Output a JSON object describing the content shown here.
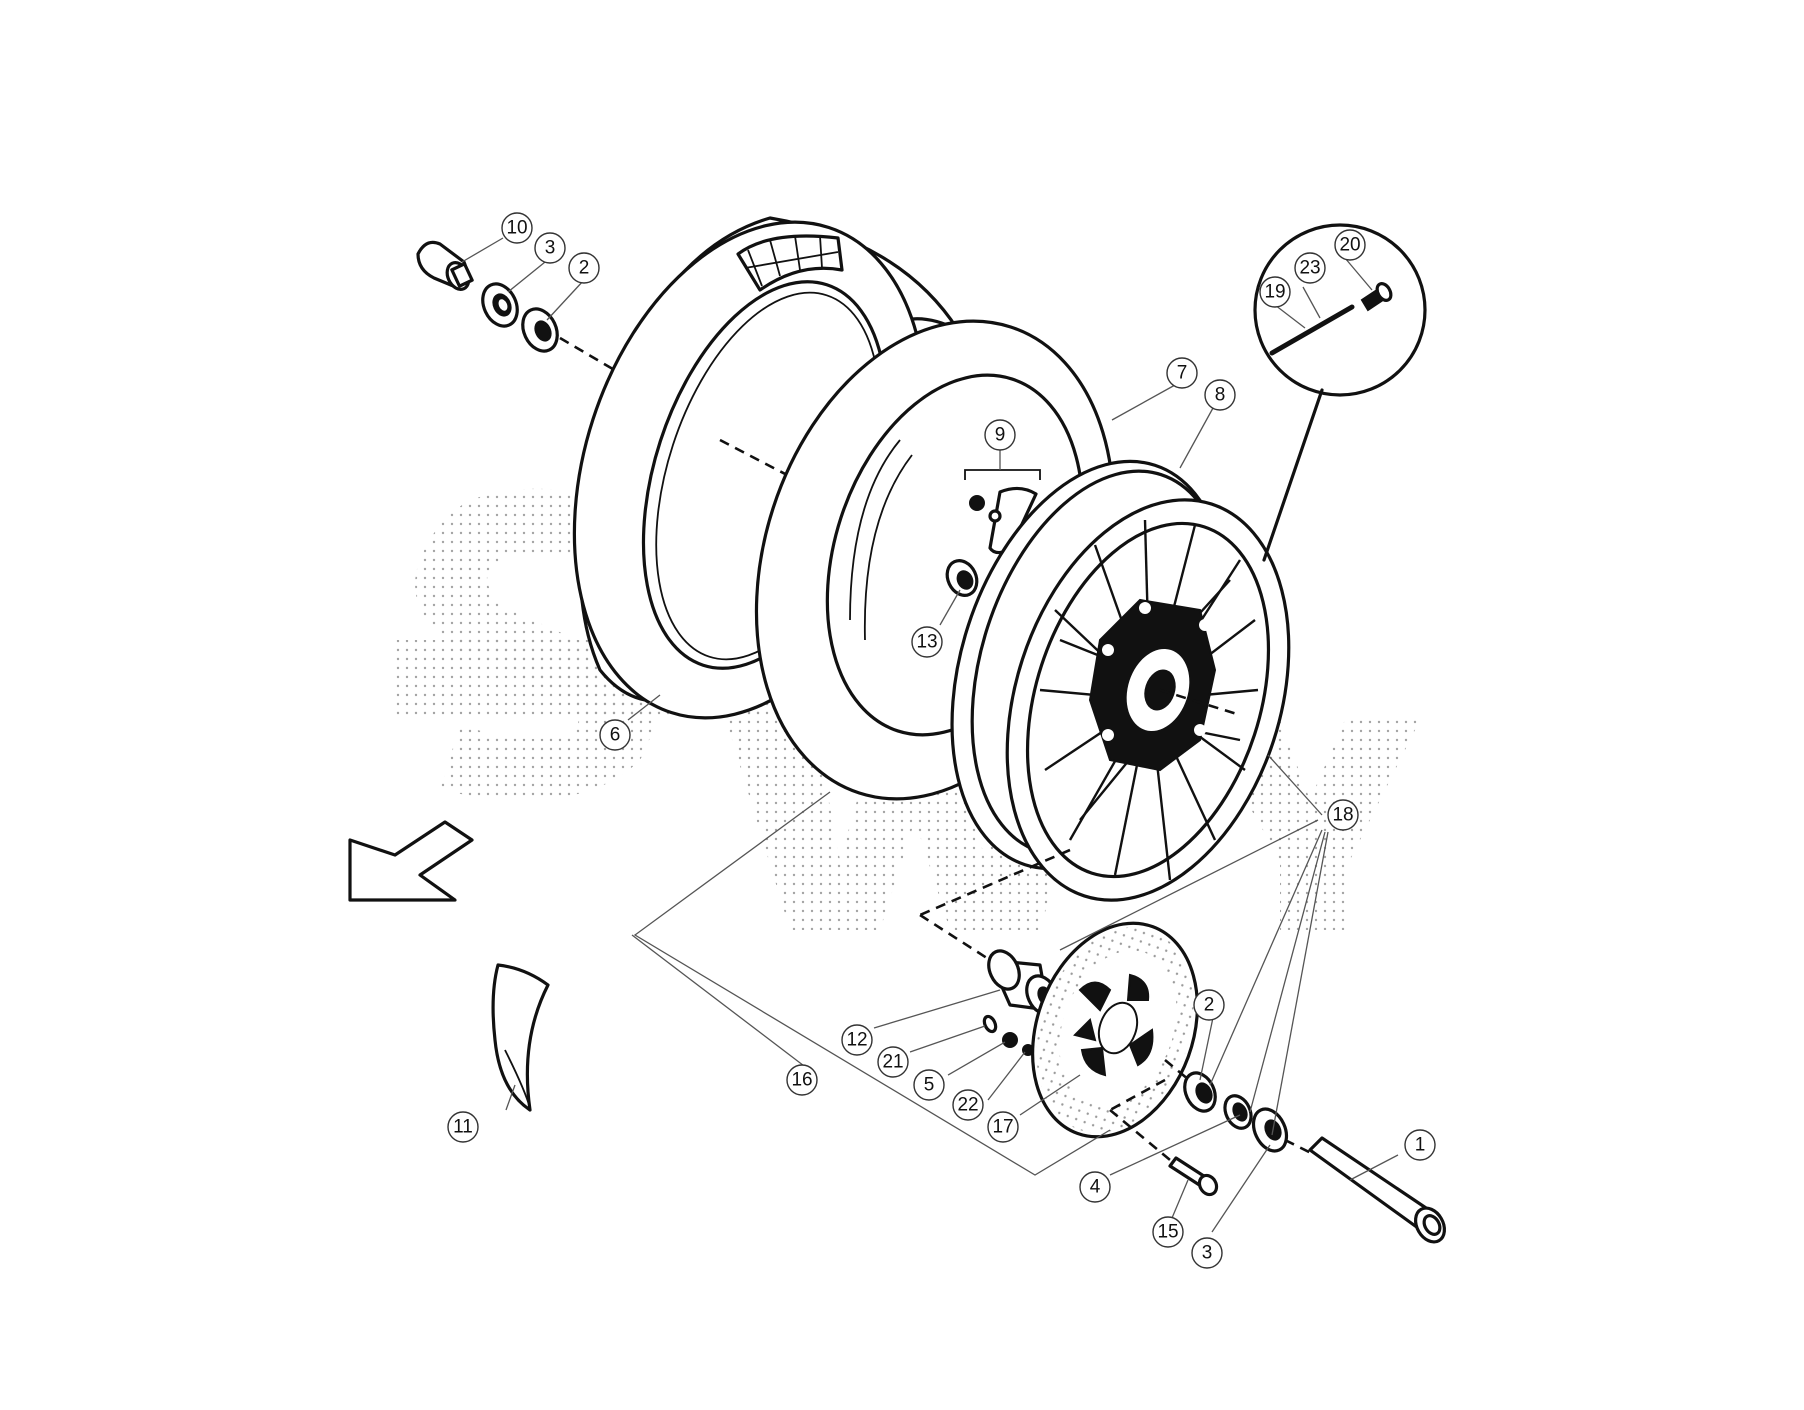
{
  "callouts": [
    {
      "id": "c-10",
      "label": "10"
    },
    {
      "id": "c-3a",
      "label": "3"
    },
    {
      "id": "c-2a",
      "label": "2"
    },
    {
      "id": "c-20",
      "label": "20"
    },
    {
      "id": "c-23",
      "label": "23"
    },
    {
      "id": "c-19",
      "label": "19"
    },
    {
      "id": "c-7",
      "label": "7"
    },
    {
      "id": "c-8",
      "label": "8"
    },
    {
      "id": "c-9",
      "label": "9"
    },
    {
      "id": "c-13",
      "label": "13"
    },
    {
      "id": "c-6",
      "label": "6"
    },
    {
      "id": "c-18",
      "label": "18"
    },
    {
      "id": "c-2b",
      "label": "2"
    },
    {
      "id": "c-12",
      "label": "12"
    },
    {
      "id": "c-21",
      "label": "21"
    },
    {
      "id": "c-5",
      "label": "5"
    },
    {
      "id": "c-16",
      "label": "16"
    },
    {
      "id": "c-22",
      "label": "22"
    },
    {
      "id": "c-17",
      "label": "17"
    },
    {
      "id": "c-11",
      "label": "11"
    },
    {
      "id": "c-1",
      "label": "1"
    },
    {
      "id": "c-4",
      "label": "4"
    },
    {
      "id": "c-15",
      "label": "15"
    },
    {
      "id": "c-3b",
      "label": "3"
    }
  ]
}
